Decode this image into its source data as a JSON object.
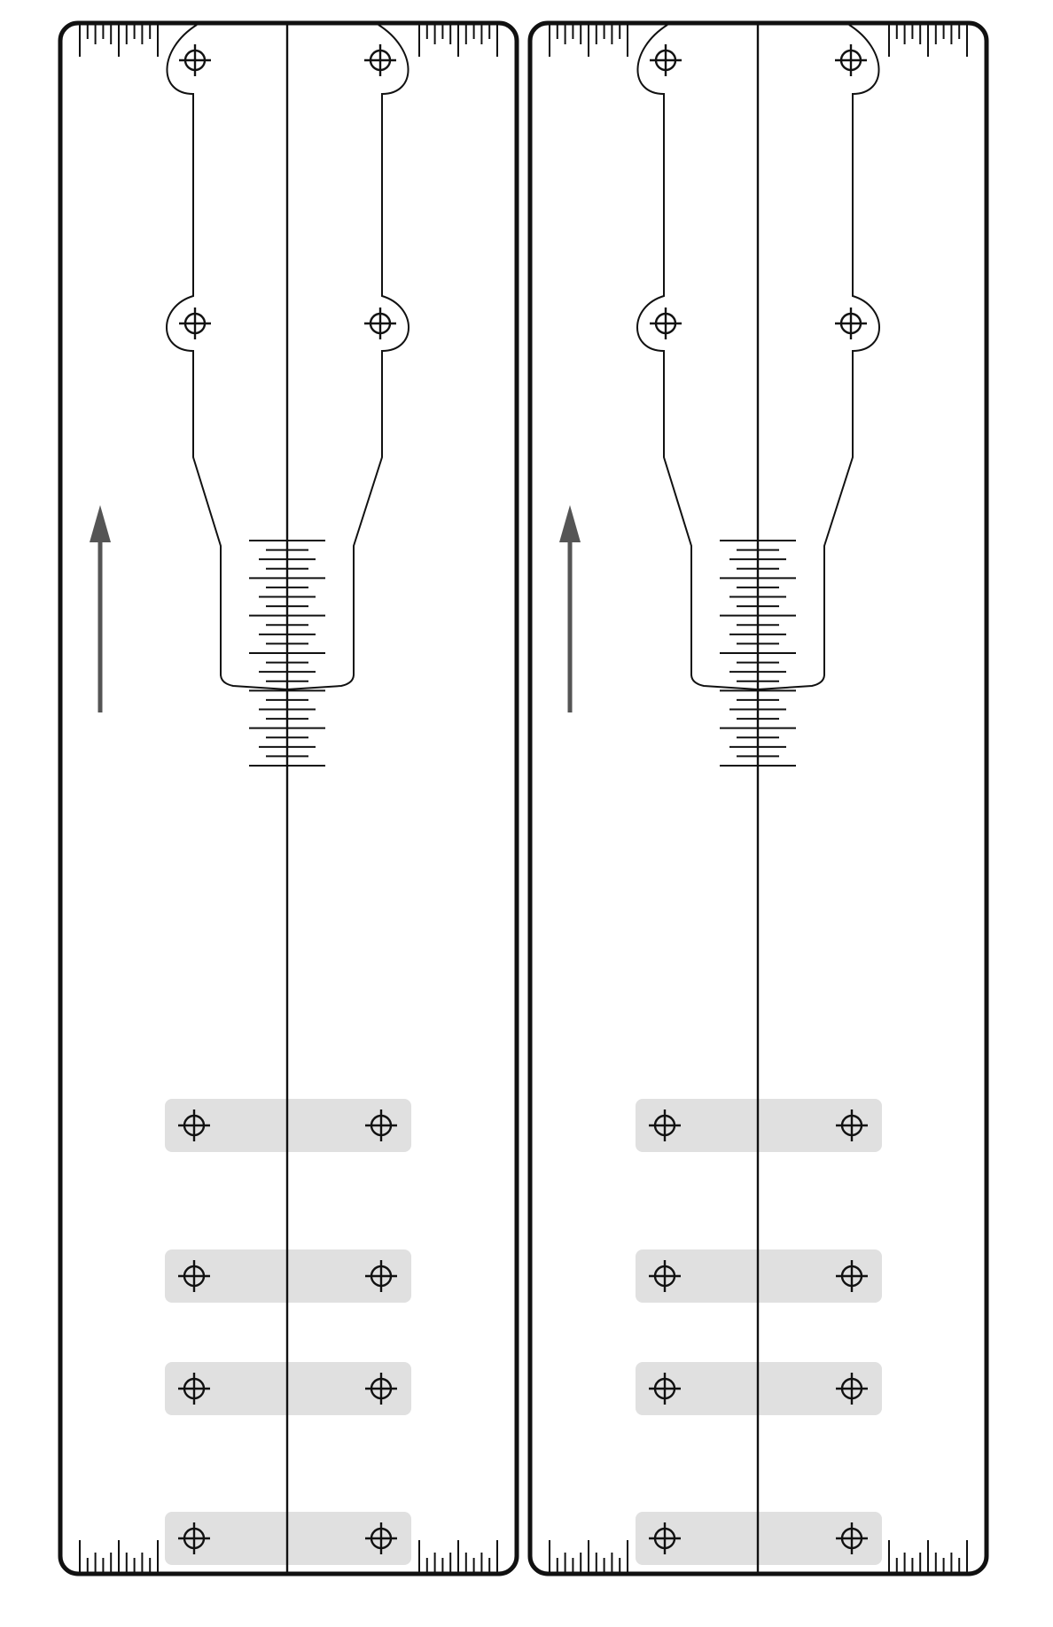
{
  "figure": {
    "panel_count": 2,
    "colors": {
      "stroke": "#111111",
      "background": "#ffffff",
      "pad_fill": "#e0e0e0",
      "arrow": "#555555"
    },
    "panels": [
      {
        "id": "left",
        "icons": [
          "ruler-ticks",
          "crosshair-icon",
          "up-arrow-icon"
        ],
        "upper_crosshair_count": 4,
        "pad_count": 4,
        "scale_tick_count": 25
      },
      {
        "id": "right",
        "icons": [
          "ruler-ticks",
          "crosshair-icon",
          "up-arrow-icon"
        ],
        "upper_crosshair_count": 4,
        "pad_count": 4,
        "scale_tick_count": 25
      }
    ]
  }
}
